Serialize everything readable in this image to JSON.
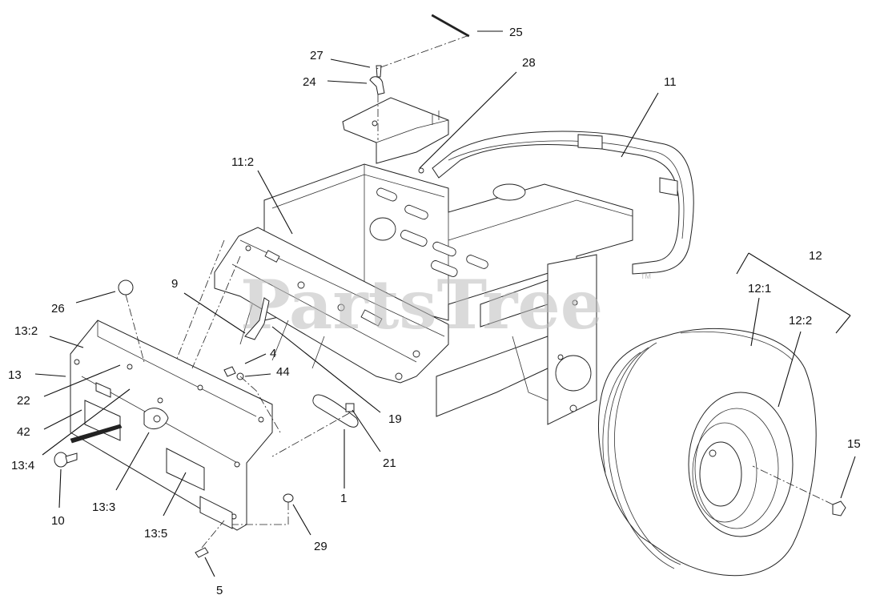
{
  "watermark": "PartsTree",
  "trademark": "TM",
  "callouts": [
    {
      "id": "25",
      "text": "25"
    },
    {
      "id": "27",
      "text": "27"
    },
    {
      "id": "28",
      "text": "28"
    },
    {
      "id": "24",
      "text": "24"
    },
    {
      "id": "11",
      "text": "11"
    },
    {
      "id": "11-2",
      "text": "11:2"
    },
    {
      "id": "12",
      "text": "12"
    },
    {
      "id": "12-1",
      "text": "12:1"
    },
    {
      "id": "12-2",
      "text": "12:2"
    },
    {
      "id": "9",
      "text": "9"
    },
    {
      "id": "26",
      "text": "26"
    },
    {
      "id": "13-2",
      "text": "13:2"
    },
    {
      "id": "13",
      "text": "13"
    },
    {
      "id": "22",
      "text": "22"
    },
    {
      "id": "42",
      "text": "42"
    },
    {
      "id": "13-4",
      "text": "13:4"
    },
    {
      "id": "10",
      "text": "10"
    },
    {
      "id": "13-3",
      "text": "13:3"
    },
    {
      "id": "13-5",
      "text": "13:5"
    },
    {
      "id": "4",
      "text": "4"
    },
    {
      "id": "44",
      "text": "44"
    },
    {
      "id": "19",
      "text": "19"
    },
    {
      "id": "21",
      "text": "21"
    },
    {
      "id": "1",
      "text": "1"
    },
    {
      "id": "29",
      "text": "29"
    },
    {
      "id": "5",
      "text": "5"
    },
    {
      "id": "15",
      "text": "15"
    }
  ]
}
